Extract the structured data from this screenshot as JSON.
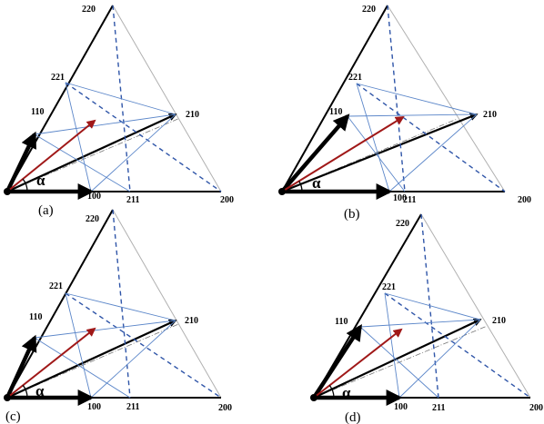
{
  "alpha_symbol": "α",
  "colors": {
    "outline": "#b0b0b0",
    "black": "#000000",
    "blue": "#2f55a8",
    "light_blue": "#5b86c9",
    "red": "#a01818",
    "dashdot": "#777777"
  },
  "panels": [
    {
      "caption": "(a)",
      "labels": {
        "v220": "220",
        "v221": "221",
        "v110": "110",
        "v210": "210",
        "v100": "100",
        "v211": "211",
        "v200": "200"
      }
    },
    {
      "caption": "(b)",
      "labels": {
        "v220": "220",
        "v221": "221",
        "v110": "110",
        "v210": "210",
        "v100": "100",
        "v211": "211",
        "v200": "200"
      }
    },
    {
      "caption": "(c)",
      "labels": {
        "v220": "220",
        "v221": "221",
        "v110": "110",
        "v210": "210",
        "v100": "100",
        "v211": "211",
        "v200": "200"
      }
    },
    {
      "caption": "(d)",
      "labels": {
        "v220": "220",
        "v221": "221",
        "v110": "110",
        "v210": "210",
        "v100": "100",
        "v211": "211",
        "v200": "200"
      }
    }
  ]
}
